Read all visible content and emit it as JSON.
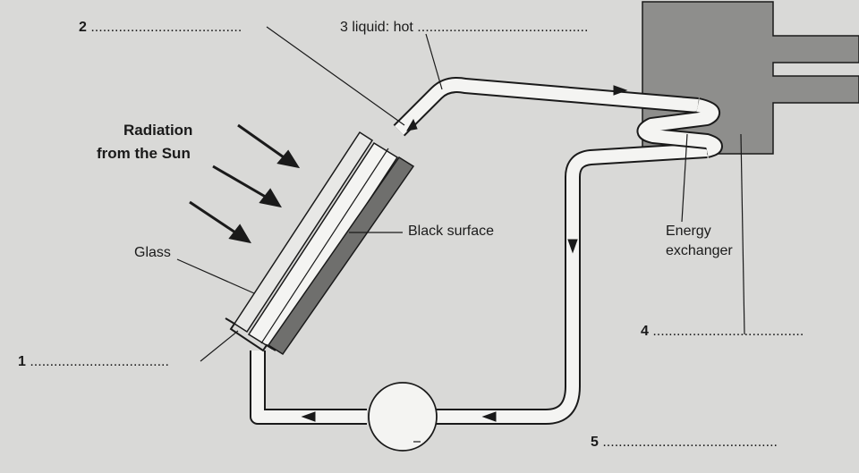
{
  "labels": {
    "num2": "2",
    "num2_dots": "......................................",
    "num3": "3 liquid: hot",
    "num3_dots": "...........................................",
    "radiation_line1": "Radiation",
    "radiation_line2": "from the Sun",
    "black_surface": "Black surface",
    "glass": "Glass",
    "energy_line1": "Energy",
    "energy_line2": "exchanger",
    "num4": "4",
    "num4_dots": "......................................",
    "num1": "1",
    "num1_dots": "...................................",
    "num5": "5",
    "num5_dots": "............................................"
  },
  "colors": {
    "background": "#d9d9d7",
    "ink": "#1a1a1a",
    "pipe_fill": "#f4f4f2",
    "tank_fill": "#8e8e8c",
    "black_surface_fill": "#6f6f6d",
    "glass_fill": "#e8e8e6"
  }
}
